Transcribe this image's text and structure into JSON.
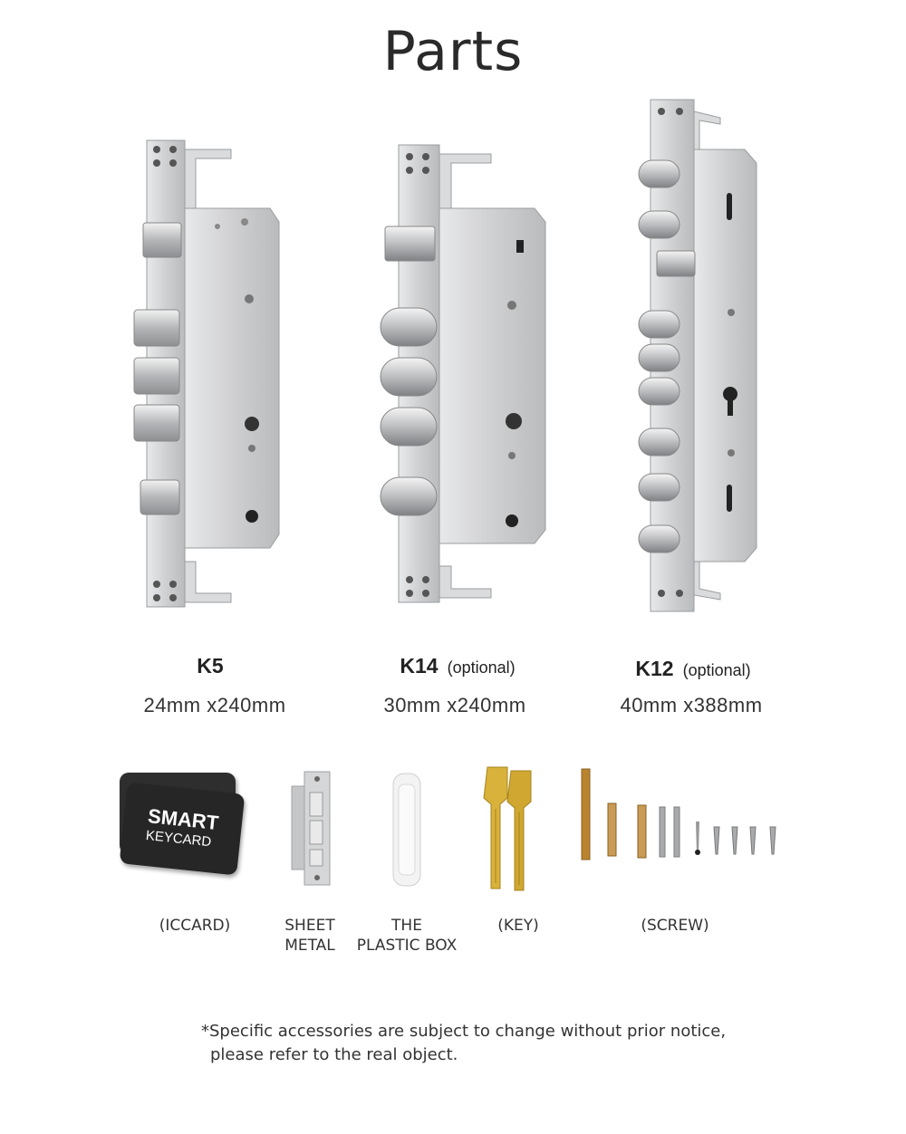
{
  "page": {
    "title": "Parts"
  },
  "locks": [
    {
      "model": "K5",
      "optional": "",
      "dims": "24mm x240mm"
    },
    {
      "model": "K14",
      "optional": "(optional)",
      "dims": "30mm x240mm"
    },
    {
      "model": "K12",
      "optional": "(optional)",
      "dims": "40mm x388mm"
    }
  ],
  "cards": {
    "line1": "SMART",
    "line2": "KEYCARD"
  },
  "accessories": {
    "iccard": "(ICCARD)",
    "sheet_metal_1": "SHEET",
    "sheet_metal_2": "METAL",
    "plastic_box_1": "THE",
    "plastic_box_2": "PLASTIC BOX",
    "key": "(KEY)",
    "screw": "(SCREW)"
  },
  "notice": {
    "line1": "*Specific accessories are subject to change without prior notice,",
    "line2": "please refer to the real object."
  },
  "colors": {
    "steel": "#c8c9cb",
    "steel_dark": "#9ea0a3",
    "brass": "#d8b23a",
    "card": "#2b2b2b"
  }
}
